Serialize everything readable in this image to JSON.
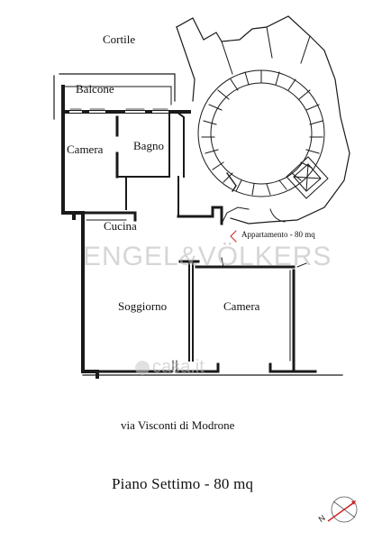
{
  "rooms": {
    "cortile": "Cortile",
    "balcone": "Balcone",
    "camera_1": "Camera",
    "bagno": "Bagno",
    "cucina": "Cucina",
    "soggiorno": "Soggiorno",
    "camera_2": "Camera"
  },
  "apartment_label": "Appartamento - 80 mq",
  "street": "via Visconti di Modrone",
  "title": "Piano Settimo - 80 mq",
  "watermarks": {
    "agency": "ENGEL&VÖLKERS",
    "portal": "casa.it"
  },
  "compass": {
    "label": "N"
  },
  "colors": {
    "wall": "#1a1a1a",
    "north_arrow": "#cc2222",
    "watermark": "#b4b4b4"
  }
}
